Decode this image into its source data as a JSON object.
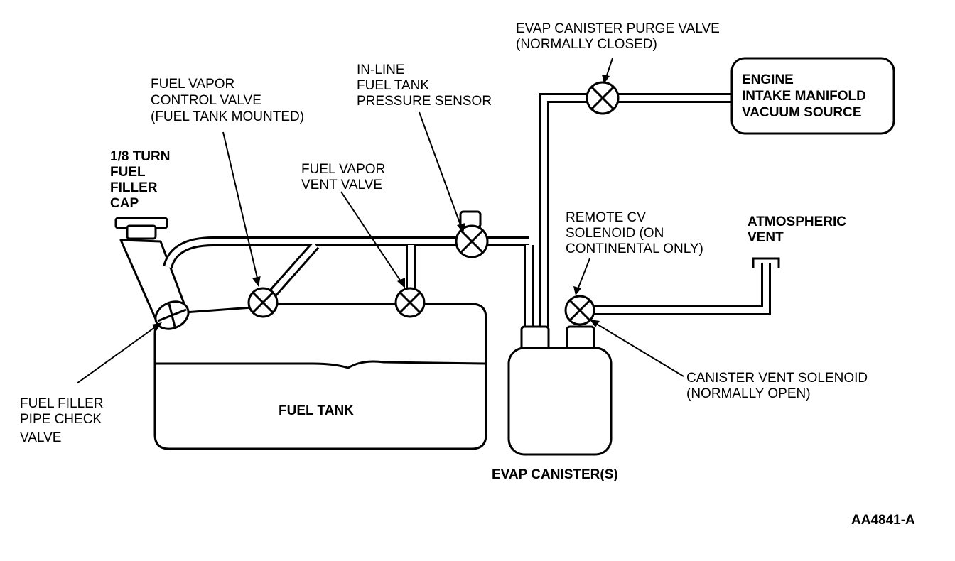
{
  "labels": {
    "filler_cap": [
      "1/8 TURN",
      "FUEL",
      "FILLER",
      "CAP"
    ],
    "fuel_vapor_control_valve": [
      "FUEL VAPOR",
      "CONTROL VALVE",
      "(FUEL TANK MOUNTED)"
    ],
    "inline_pressure_sensor": [
      "IN-LINE",
      "FUEL TANK",
      "PRESSURE SENSOR"
    ],
    "fuel_vapor_vent_valve": [
      "FUEL VAPOR",
      "VENT VALVE"
    ],
    "purge_valve": [
      "EVAP CANISTER PURGE VALVE",
      "(NORMALLY CLOSED)"
    ],
    "engine_vacuum": [
      "ENGINE",
      "INTAKE MANIFOLD",
      "VACUUM SOURCE"
    ],
    "remote_cv_solenoid": [
      "REMOTE CV",
      "SOLENOID (ON",
      "CONTINENTAL ONLY)"
    ],
    "atmospheric_vent": [
      "ATMOSPHERIC",
      "VENT"
    ],
    "canister_vent_solenoid": [
      "CANISTER VENT SOLENOID",
      "(NORMALLY OPEN)"
    ],
    "filler_check_valve": [
      "FUEL FILLER",
      "PIPE CHECK",
      "VALVE"
    ],
    "fuel_tank": "FUEL TANK",
    "evap_canister": "EVAP CANISTER(S)",
    "figure_id": "AA4841-A"
  }
}
